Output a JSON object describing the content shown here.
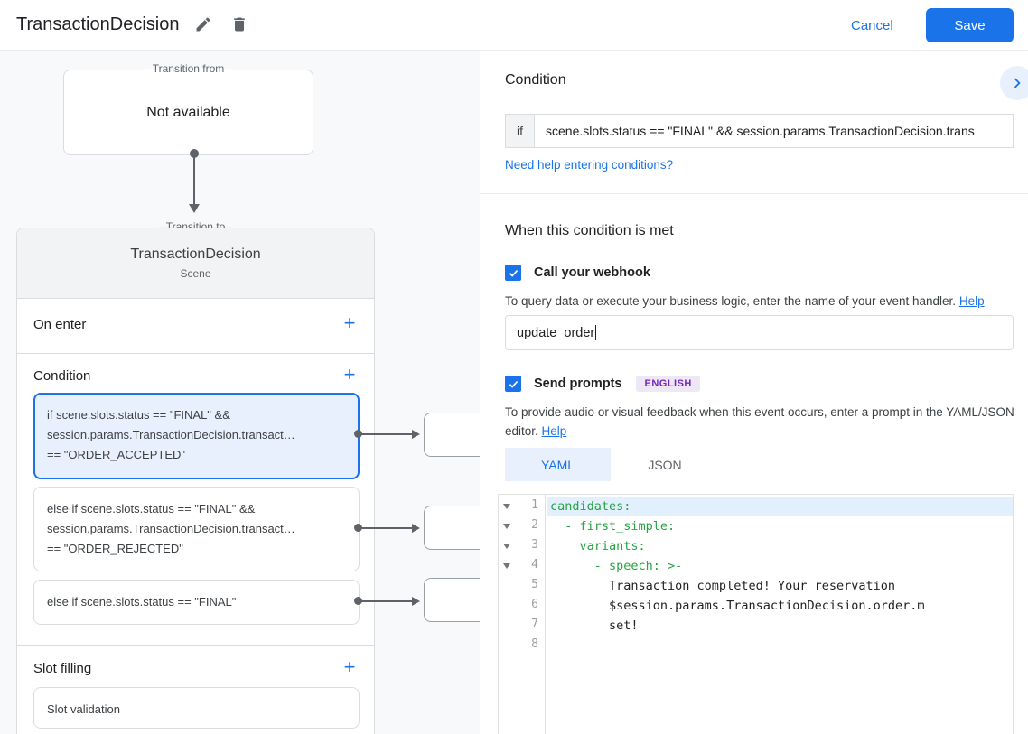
{
  "header": {
    "title": "TransactionDecision",
    "cancel_label": "Cancel",
    "save_label": "Save"
  },
  "diagram": {
    "transition_from": {
      "legend": "Transition from",
      "content": "Not available"
    },
    "transition_to": {
      "legend": "Transition to",
      "title": "TransactionDecision",
      "subtitle": "Scene"
    },
    "sections": {
      "on_enter": {
        "label": "On enter"
      },
      "condition": {
        "label": "Condition",
        "cards": [
          {
            "selected": true,
            "lines": [
              "if scene.slots.status == \"FINAL\" &&",
              "session.params.TransactionDecision.transact…",
              "== \"ORDER_ACCEPTED\""
            ]
          },
          {
            "selected": false,
            "lines": [
              "else if scene.slots.status == \"FINAL\" &&",
              "session.params.TransactionDecision.transact…",
              "== \"ORDER_REJECTED\""
            ]
          },
          {
            "selected": false,
            "lines": [
              "else if scene.slots.status == \"FINAL\""
            ]
          }
        ]
      },
      "slot_filling": {
        "label": "Slot filling",
        "card_label": "Slot validation"
      }
    }
  },
  "panel": {
    "title": "Condition",
    "if_label": "if",
    "if_value": "scene.slots.status == \"FINAL\" && session.params.TransactionDecision.trans",
    "help_link": "Need help entering conditions?",
    "when_title": "When this condition is met",
    "webhook": {
      "label": "Call your webhook",
      "helper": "To query data or execute your business logic, enter the name of your event handler.",
      "helper_link": "Help",
      "value": "update_order"
    },
    "prompts": {
      "label": "Send prompts",
      "badge": "ENGLISH",
      "helper": "To provide audio or visual feedback when this event occurs, enter a prompt in the YAML/JSON editor.",
      "helper_link": "Help"
    },
    "tabs": {
      "yaml": "YAML",
      "json": "JSON"
    },
    "editor": {
      "lines": [
        {
          "num": "1",
          "text": "candidates:"
        },
        {
          "num": "2",
          "text": "  - first_simple:"
        },
        {
          "num": "3",
          "text": "    variants:"
        },
        {
          "num": "4",
          "text": "      - speech: >-"
        },
        {
          "num": "5",
          "text": "        Transaction completed! Your reservation"
        },
        {
          "num": "6",
          "text": "        $session.params.TransactionDecision.order.m"
        },
        {
          "num": "7",
          "text": "        set!"
        },
        {
          "num": "8",
          "text": ""
        }
      ]
    }
  },
  "colors": {
    "accent": "#1a73e8",
    "code_key_green": "#27a343",
    "badge_bg": "#ede7f6",
    "badge_text": "#7627bb",
    "selected_card_bg": "#e8f0fe"
  }
}
